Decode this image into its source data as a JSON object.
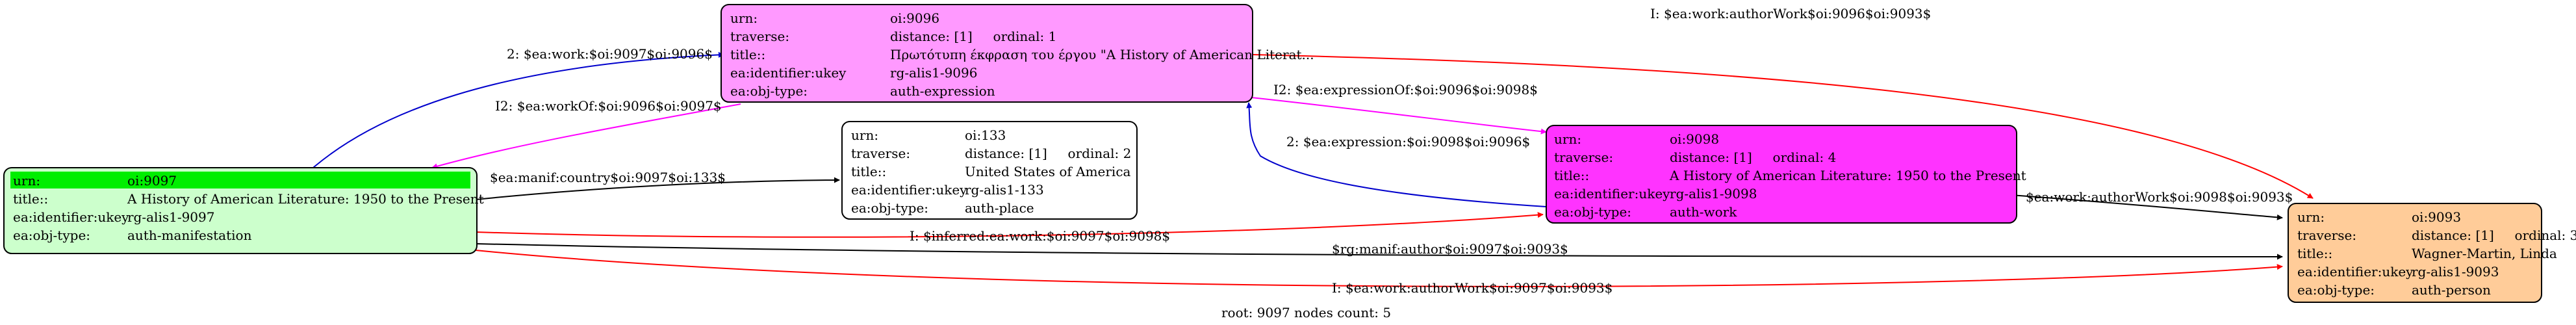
{
  "nodes": {
    "n9096": {
      "fill": "#ff99ff",
      "rows": [
        {
          "k": "urn:",
          "v": "oi:9096"
        },
        {
          "k": "traverse:",
          "v": "distance: [1]     ordinal: 1"
        },
        {
          "k": "title::",
          "v": "Πρωτότυπη έκφραση του έργου \"A History of American Literat..."
        },
        {
          "k": "ea:identifier:ukey",
          "v": "rg-alis1-9096"
        },
        {
          "k": "ea:obj-type:",
          "v": "auth-expression"
        }
      ]
    },
    "n133": {
      "fill": "#ffffff",
      "rows": [
        {
          "k": "urn:",
          "v": "oi:133"
        },
        {
          "k": "traverse:",
          "v": "distance: [1]     ordinal: 2"
        },
        {
          "k": "title::",
          "v": "United States of America"
        },
        {
          "k": "ea:identifier:ukey",
          "v": "rg-alis1-133"
        },
        {
          "k": "ea:obj-type:",
          "v": "auth-place"
        }
      ]
    },
    "n9098": {
      "fill": "#ff33ff",
      "rows": [
        {
          "k": "urn:",
          "v": "oi:9098"
        },
        {
          "k": "traverse:",
          "v": "distance: [1]     ordinal: 4"
        },
        {
          "k": "title::",
          "v": "A History of American Literature: 1950 to the Present"
        },
        {
          "k": "ea:identifier:ukey",
          "v": "rg-alis1-9098"
        },
        {
          "k": "ea:obj-type:",
          "v": "auth-work"
        }
      ]
    },
    "n9097": {
      "fill": "#ccffcc",
      "highlight": "#00ee00",
      "rows": [
        {
          "k": "urn:",
          "v": "oi:9097"
        },
        {
          "k": "title::",
          "v": "A History of American Literature: 1950 to the Present"
        },
        {
          "k": "ea:identifier:ukey",
          "v": "rg-alis1-9097"
        },
        {
          "k": "ea:obj-type:",
          "v": "auth-manifestation"
        }
      ]
    },
    "n9093": {
      "fill": "#ffcc99",
      "rows": [
        {
          "k": "urn:",
          "v": "oi:9093"
        },
        {
          "k": "traverse:",
          "v": "distance: [1]     ordinal: 3"
        },
        {
          "k": "title::",
          "v": "Wagner-Martin, Linda"
        },
        {
          "k": "ea:identifier:ukey",
          "v": "rg-alis1-9093"
        },
        {
          "k": "ea:obj-type:",
          "v": "auth-person"
        }
      ]
    }
  },
  "edges": {
    "e1": {
      "label": "2: $ea:work:$oi:9097$oi:9096$",
      "color": "#0000cc"
    },
    "e2": {
      "label": "I2: $ea:workOf:$oi:9096$oi:9097$",
      "color": "#ff00ff"
    },
    "e3": {
      "label": "I: $ea:work:authorWork$oi:9096$oi:9093$",
      "color": "#ff0000"
    },
    "e4": {
      "label": "I2: $ea:expressionOf:$oi:9096$oi:9098$",
      "color": "#ff00ff"
    },
    "e5": {
      "label": "2: $ea:expression:$oi:9098$oi:9096$",
      "color": "#0000cc"
    },
    "e6": {
      "label": "$ea:manif:country$oi:9097$oi:133$",
      "color": "#000000"
    },
    "e7": {
      "label": "I: $inferred:ea:work:$oi:9097$oi:9098$",
      "color": "#ff0000"
    },
    "e8": {
      "label": "$ea:work:authorWork$oi:9098$oi:9093$",
      "color": "#000000"
    },
    "e9": {
      "label": "$rg:manif:author$oi:9097$oi:9093$",
      "color": "#000000"
    },
    "e10": {
      "label": "I: $ea:work:authorWork$oi:9097$oi:9093$",
      "color": "#ff0000"
    }
  },
  "footer": "root: 9097 nodes count: 5"
}
